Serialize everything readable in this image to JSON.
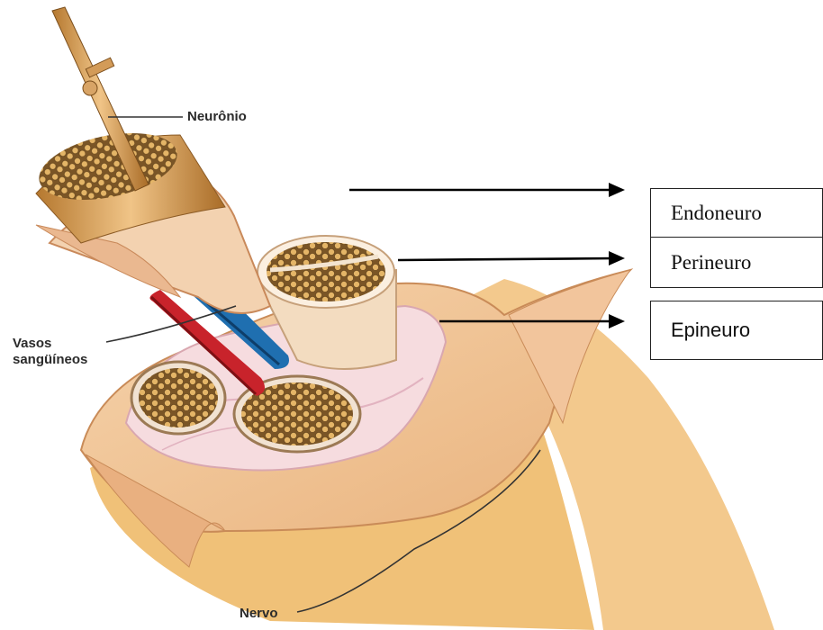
{
  "labels": {
    "neuronio": "Neurônio",
    "vasos_line1": "Vasos",
    "vasos_line2": "sangüíneos",
    "nervo": "Nervo"
  },
  "boxes": {
    "endoneuro": "Endoneuro",
    "perineuro": "Perineuro",
    "epineuro": "Epineuro"
  },
  "colors": {
    "epineurium_skin": "#f2c79a",
    "fascicle_fill": "#c99a54",
    "artery": "#c8232b",
    "vein": "#1f6fb0",
    "axon": "#d9a25c"
  }
}
